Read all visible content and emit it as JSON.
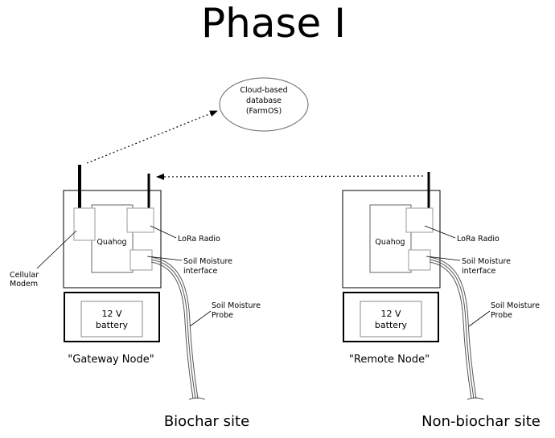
{
  "title": "Phase I",
  "cloud": {
    "line1": "Cloud-based",
    "line2": "database",
    "line3": "(FarmOS)"
  },
  "gateway": {
    "node_label": "\"Gateway Node\"",
    "site_label": "Biochar site",
    "board_label": "Quahog",
    "lora_label": "LoRa Radio",
    "soil_if_line1": "Soil Moisture",
    "soil_if_line2": "interface",
    "probe_line1": "Soil Moisture",
    "probe_line2": "Probe",
    "modem_line1": "Cellular",
    "modem_line2": "Modem",
    "battery_line1": "12 V",
    "battery_line2": "battery"
  },
  "remote": {
    "node_label": "\"Remote Node\"",
    "site_label": "Non-biochar site",
    "board_label": "Quahog",
    "lora_label": "LoRa Radio",
    "soil_if_line1": "Soil Moisture",
    "soil_if_line2": "interface",
    "probe_line1": "Soil Moisture",
    "probe_line2": "Probe",
    "battery_line1": "12 V",
    "battery_line2": "battery"
  }
}
